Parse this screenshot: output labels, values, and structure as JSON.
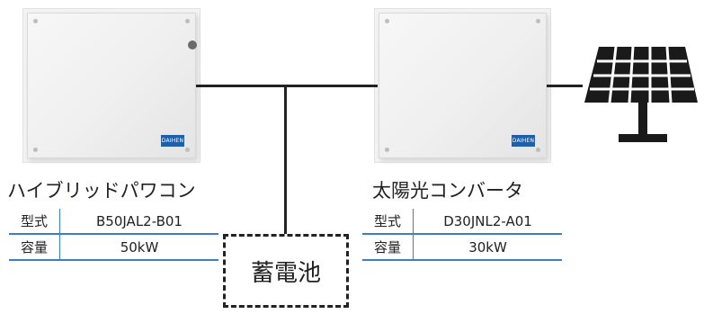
{
  "devices": {
    "hybrid": {
      "title": "ハイブリッドパワコン",
      "badge": "DAIHEN",
      "spec": [
        {
          "key": "型式",
          "value": "B50JAL2-B01"
        },
        {
          "key": "容量",
          "value": "50kW"
        }
      ]
    },
    "solar_converter": {
      "title": "太陽光コンバータ",
      "badge": "DAIHEN",
      "spec": [
        {
          "key": "型式",
          "value": "D30JNL2-A01"
        },
        {
          "key": "容量",
          "value": "30kW"
        }
      ]
    }
  },
  "battery": {
    "label": "蓄電池"
  },
  "colors": {
    "rule": "#3a7fc1",
    "wire": "#222222",
    "badge": "#1f5fa8"
  },
  "icons": [
    "solar-panel-icon"
  ]
}
